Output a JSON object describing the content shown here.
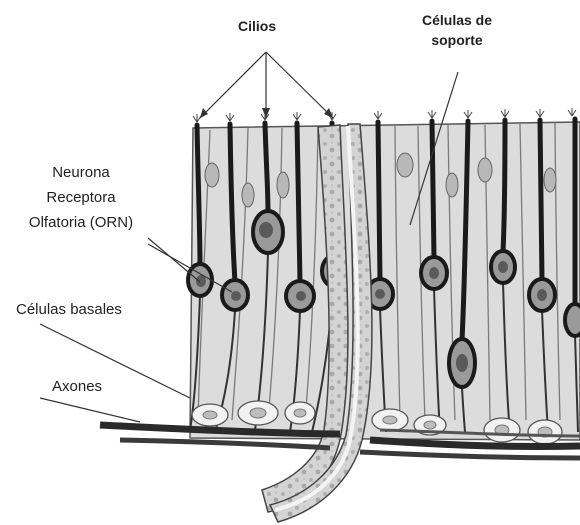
{
  "labels": {
    "cilia": "Cilios",
    "support_cells": [
      "Células de",
      "soporte"
    ],
    "orn": [
      "Neurona",
      "Receptora",
      "Olfatoria (ORN)"
    ],
    "basal_cells": "Células basales",
    "axons": "Axones"
  }
}
